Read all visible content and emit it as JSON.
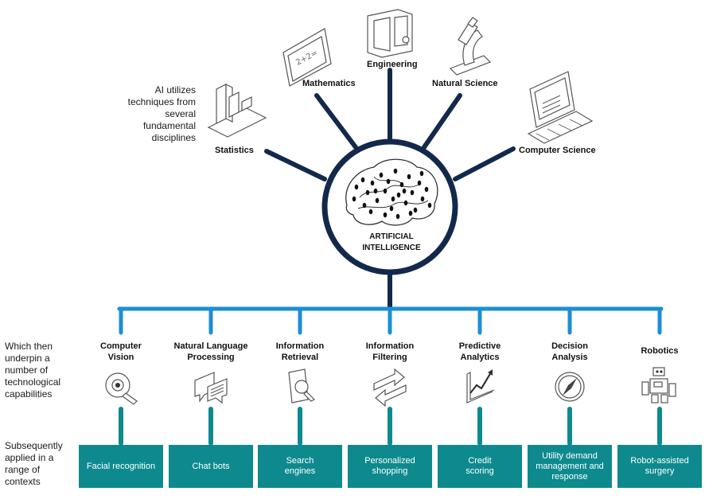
{
  "center": {
    "line1": "ARTIFICIAL",
    "line2": "INTELLIGENCE"
  },
  "side_notes": {
    "disciplines": "AI utilizes techniques from several fundamental disciplines",
    "capabilities": "Which then underpin a number of technological capabilities",
    "contexts": "Subsequently applied in a range of contexts"
  },
  "disciplines": [
    {
      "label": "Statistics",
      "icon": "bar-chart-icon"
    },
    {
      "label": "Mathematics",
      "icon": "chalkboard-icon"
    },
    {
      "label": "Engineering",
      "icon": "door-icon"
    },
    {
      "label": "Natural Science",
      "icon": "microscope-icon"
    },
    {
      "label": "Computer Science",
      "icon": "laptop-icon"
    }
  ],
  "capabilities": [
    {
      "line1": "Computer",
      "line2": "Vision",
      "icon": "eye-magnifier-icon",
      "context": [
        "Facial recognition"
      ]
    },
    {
      "line1": "Natural Language",
      "line2": "Processing",
      "icon": "chat-bubbles-icon",
      "context": [
        "Chat bots"
      ]
    },
    {
      "line1": "Information",
      "line2": "Retrieval",
      "icon": "document-search-icon",
      "context": [
        "Search",
        "engines"
      ]
    },
    {
      "line1": "Information",
      "line2": "Filtering",
      "icon": "arrows-icon",
      "context": [
        "Personalized",
        "shopping"
      ]
    },
    {
      "line1": "Predictive",
      "line2": "Analytics",
      "icon": "trend-chart-icon",
      "context": [
        "Credit",
        "scoring"
      ]
    },
    {
      "line1": "Decision",
      "line2": "Analysis",
      "icon": "compass-icon",
      "context": [
        "Utility demand",
        "management and",
        "response"
      ]
    },
    {
      "line1": "Robotics",
      "line2": "",
      "icon": "robot-icon",
      "context": [
        "Robot-assisted",
        "surgery"
      ]
    }
  ],
  "colors": {
    "navy": "#13294b",
    "blue": "#1b8fd6",
    "teal": "#0e8a8e",
    "icon": "#555555"
  }
}
